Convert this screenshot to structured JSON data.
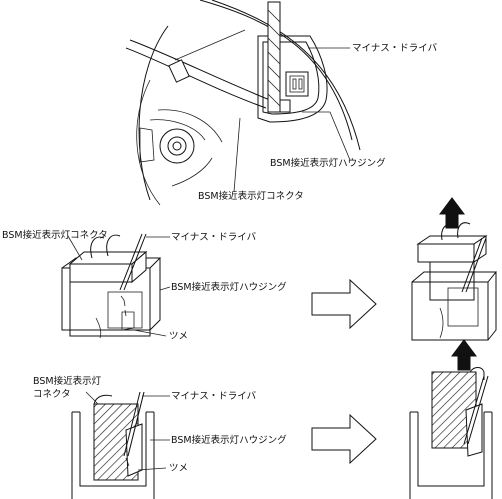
{
  "top": {
    "driver_label": "マイナス・ドライバ",
    "housing_label": "BSM接近表示灯ハウジング",
    "connector_label": "BSM接近表示灯コネクタ"
  },
  "middle": {
    "connector_label": "BSM接近表示灯コネクタ",
    "driver_label": "マイナス・ドライバ",
    "housing_label": "BSM接近表示灯ハウジング",
    "tab_label": "ツメ"
  },
  "bottom": {
    "connector_label_line1": "BSM接近表示灯",
    "connector_label_line2": "コネクタ",
    "driver_label": "マイナス・ドライバ",
    "housing_label": "BSM接近表示灯ハウジング",
    "tab_label": "ツメ"
  }
}
